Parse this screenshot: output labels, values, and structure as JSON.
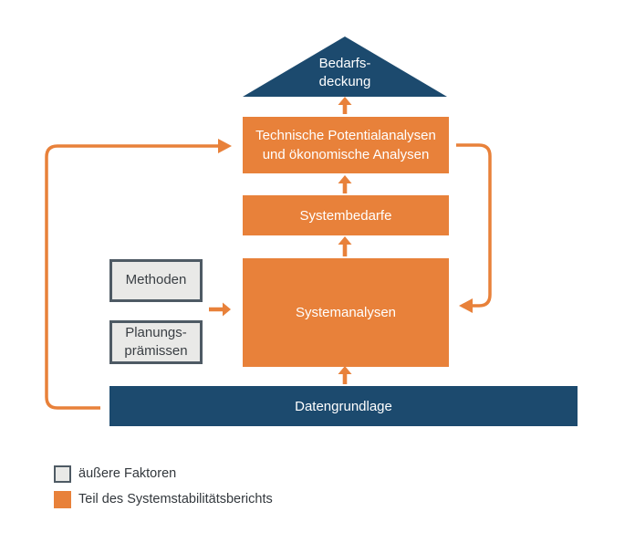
{
  "diagram": {
    "roof": {
      "line1": "Bedarfs-",
      "line2": "deckung"
    },
    "box_technische": {
      "line1": "Technische Potentialanalysen",
      "line2": "und ökonomische Analysen"
    },
    "box_systembedarfe": {
      "label": "Systembedarfe"
    },
    "box_systemanalysen": {
      "label": "Systemanalysen"
    },
    "box_methoden": {
      "label": "Methoden"
    },
    "box_planungspraemissen": {
      "line1": "Planungs-",
      "line2": "prämissen"
    },
    "bar_datengrundlage": {
      "label": "Datengrundlage"
    }
  },
  "legend": {
    "items": [
      {
        "swatch": "gray-outline",
        "label": "äußere Faktoren"
      },
      {
        "swatch": "orange-fill",
        "label": "Teil des Systemstabilitätsberichts"
      }
    ]
  },
  "colors": {
    "orange": "#E8813A",
    "dark_blue": "#1C4A6E",
    "gray_fill": "#E9E9E7",
    "gray_border": "#4E5A64",
    "text_dark": "#33383D",
    "text_on_fill": "#FFFFFF"
  }
}
